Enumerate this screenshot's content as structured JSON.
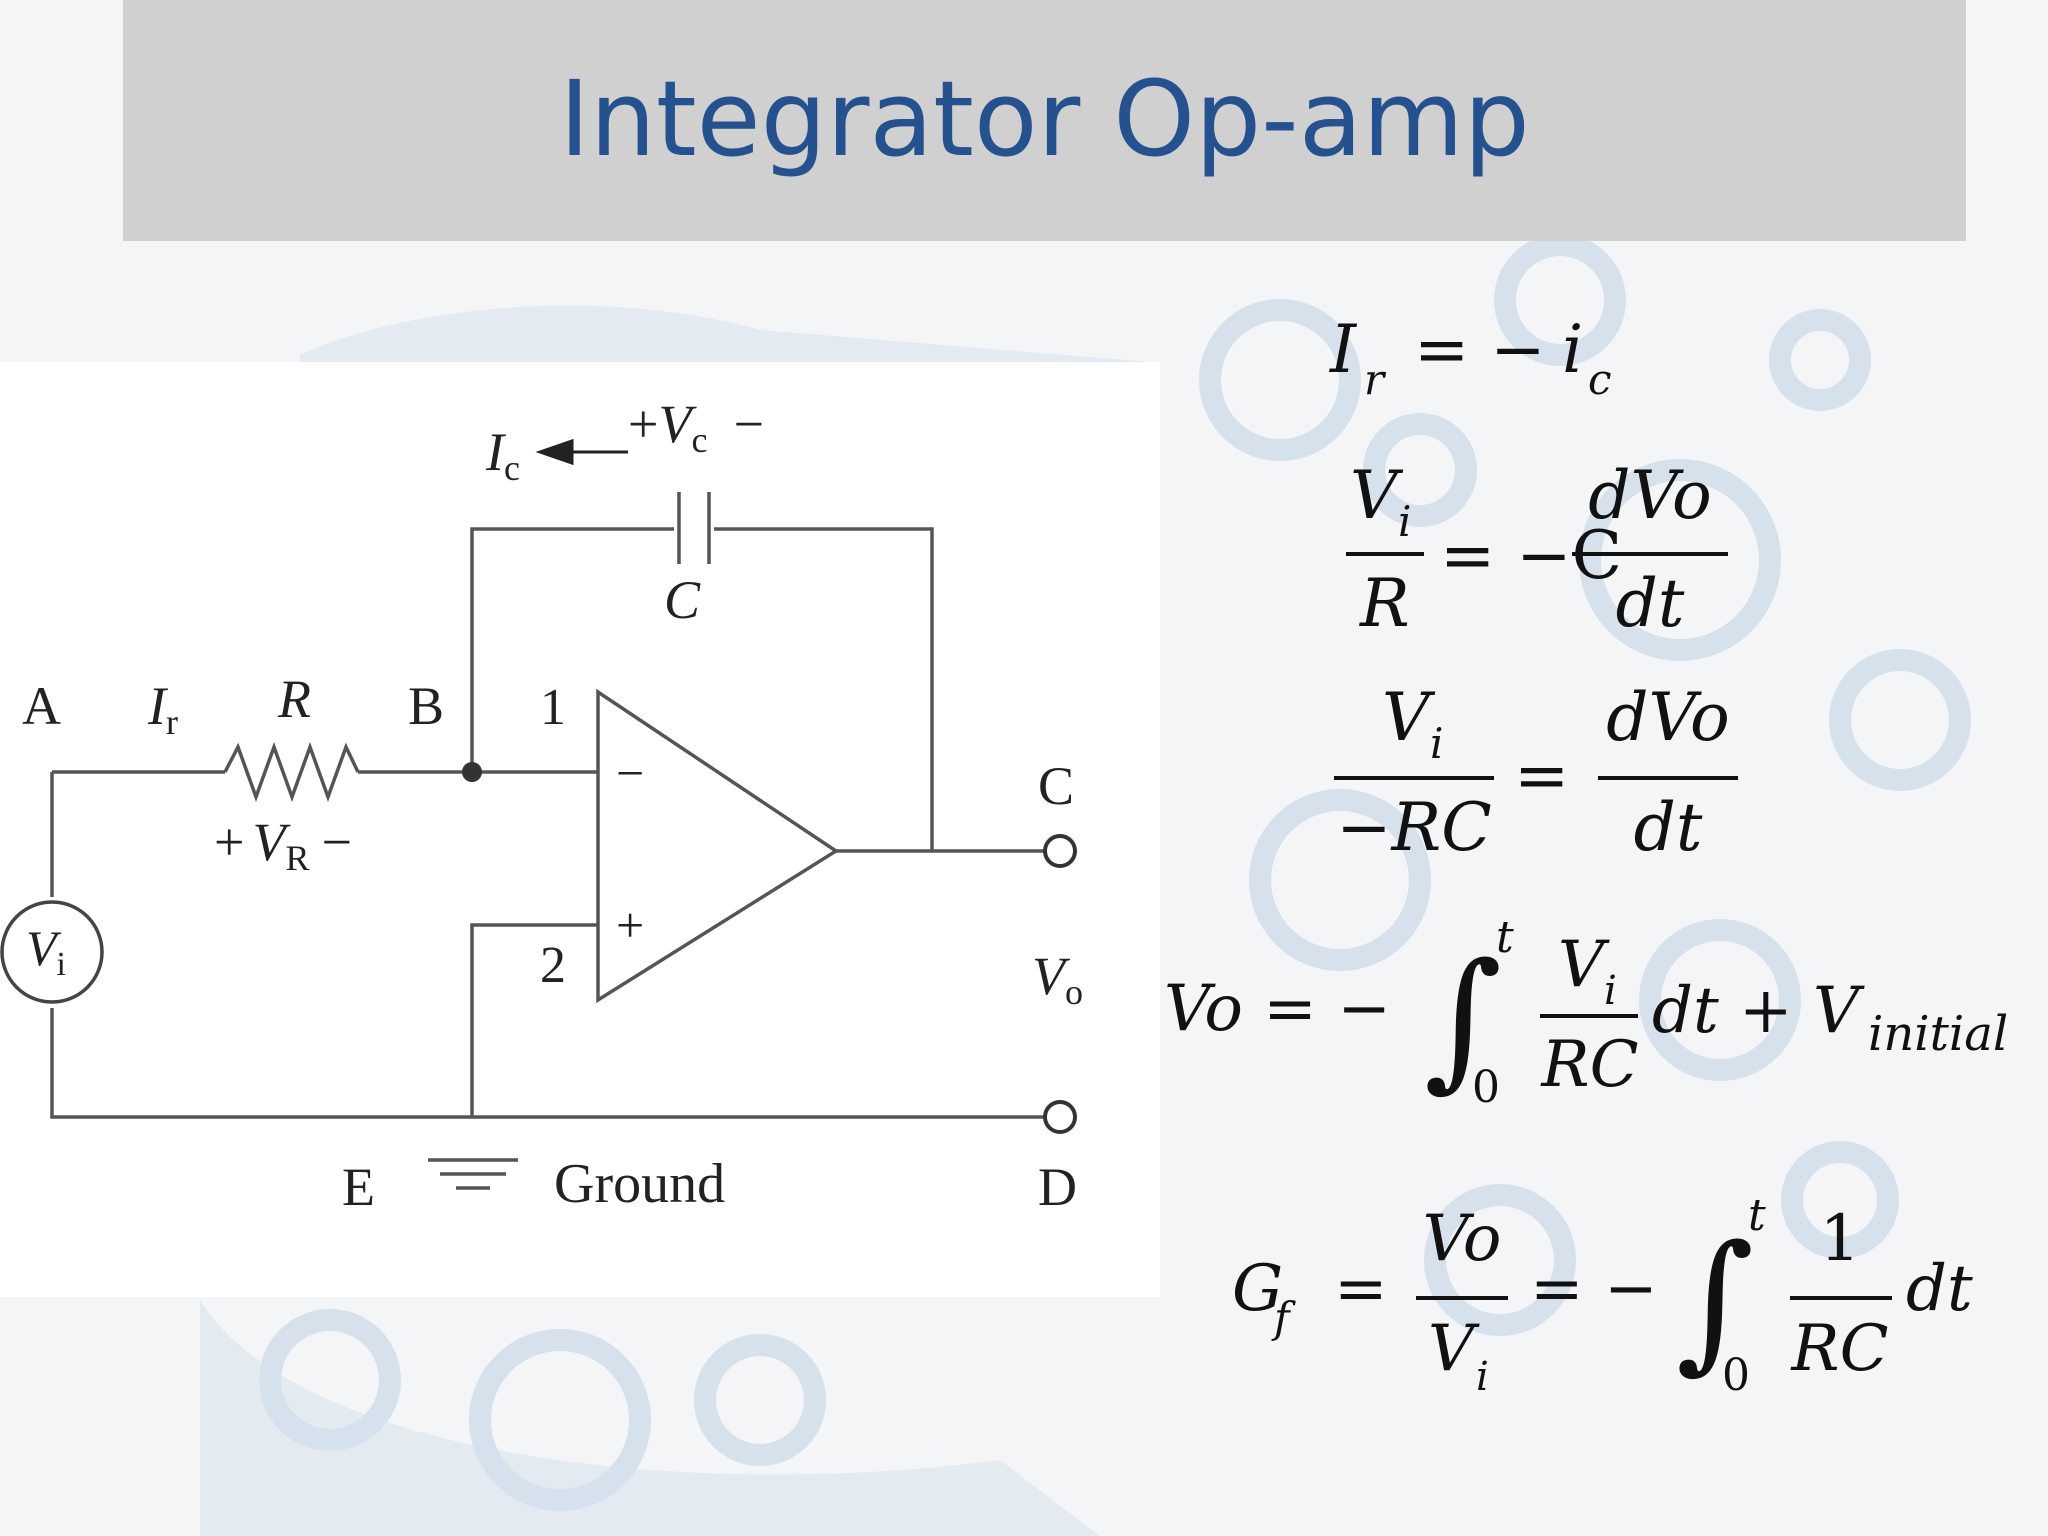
{
  "slide": {
    "title": "Integrator Op-amp"
  },
  "circuit": {
    "node_a": "A",
    "node_b": "B",
    "node_c": "C",
    "node_d": "D",
    "node_e": "E",
    "resistor_label": "R",
    "capacitor_label": "C",
    "current_r": "I",
    "current_r_sub": "r",
    "current_c": "I",
    "current_c_sub": "c",
    "vc_plus": "+",
    "vc_label": "V",
    "vc_sub": "c",
    "vc_minus": "−",
    "vr_plus": "+",
    "vr_label": "V",
    "vr_sub": "R",
    "vr_minus": "−",
    "vi_label": "V",
    "vi_sub": "i",
    "vo_label": "V",
    "vo_sub": "o",
    "pin_1": "1",
    "pin_2": "2",
    "inverting_sign": "−",
    "noninverting_sign": "+",
    "ground_label": "Ground"
  },
  "equations": {
    "eq1": {
      "lhs": "I",
      "lhs_sub": "r",
      "op": "= −",
      "rhs": "i",
      "rhs_sub": "c"
    },
    "eq2": {
      "num": "V",
      "num_sub": "i",
      "den": "R",
      "op": "= −C",
      "rnum": "dVo",
      "rden": "dt"
    },
    "eq3": {
      "num": "V",
      "num_sub": "i",
      "den": "−RC",
      "op": "=",
      "rnum": "dVo",
      "rden": "dt"
    },
    "eq4": {
      "lhs": "Vo = −",
      "upper": "t",
      "lower": "0",
      "num": "V",
      "num_sub": "i",
      "den": "RC",
      "tail": "dt + V",
      "tail_sub": "initial"
    },
    "eq5": {
      "lhs": "G",
      "lhs_sub": "f",
      "op1": "=",
      "num": "Vo",
      "den": "V",
      "den_sub": "i",
      "op2": "= −",
      "upper": "t",
      "lower": "0",
      "num2": "1",
      "den2": "RC",
      "tail": "dt"
    }
  }
}
